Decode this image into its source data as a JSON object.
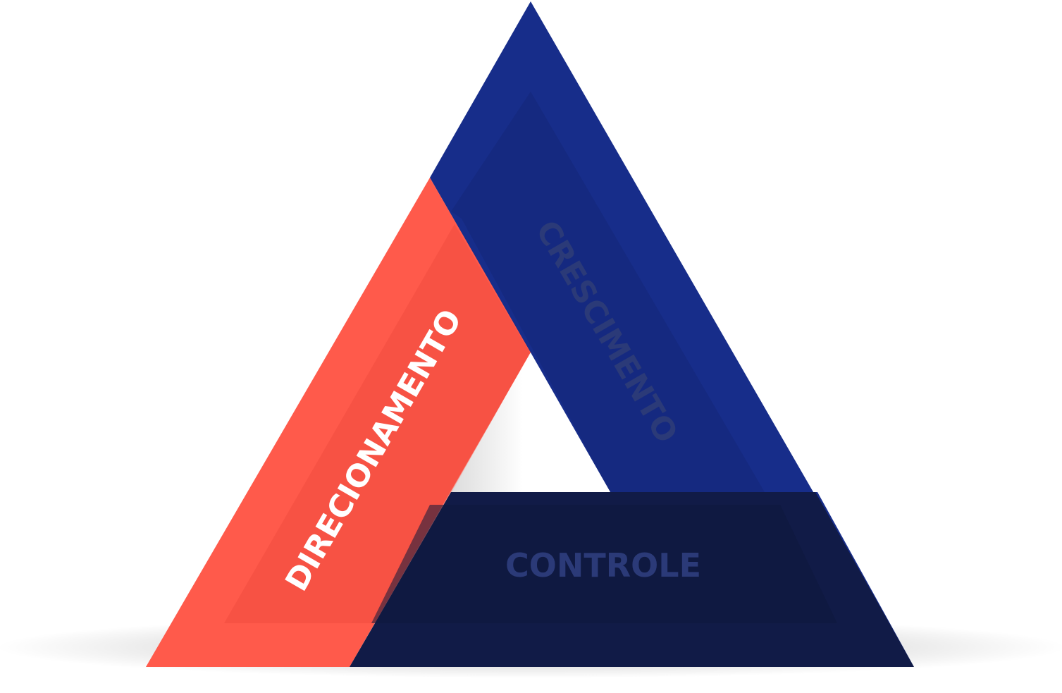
{
  "diagram": {
    "labels": {
      "left": "DIRECIONAMENTO",
      "right": "CRESCIMENTO",
      "bottom": "CONTROLE"
    },
    "colors": {
      "coral": "#FF5A4B",
      "coral_inner": "#F24E40",
      "blue": "#172D8A",
      "blue_inner": "#15287C",
      "navy": "#111B47",
      "navy_inner": "#0E173D",
      "label_left": "#FFFFFF",
      "label_muted": "#2B3A78"
    }
  }
}
